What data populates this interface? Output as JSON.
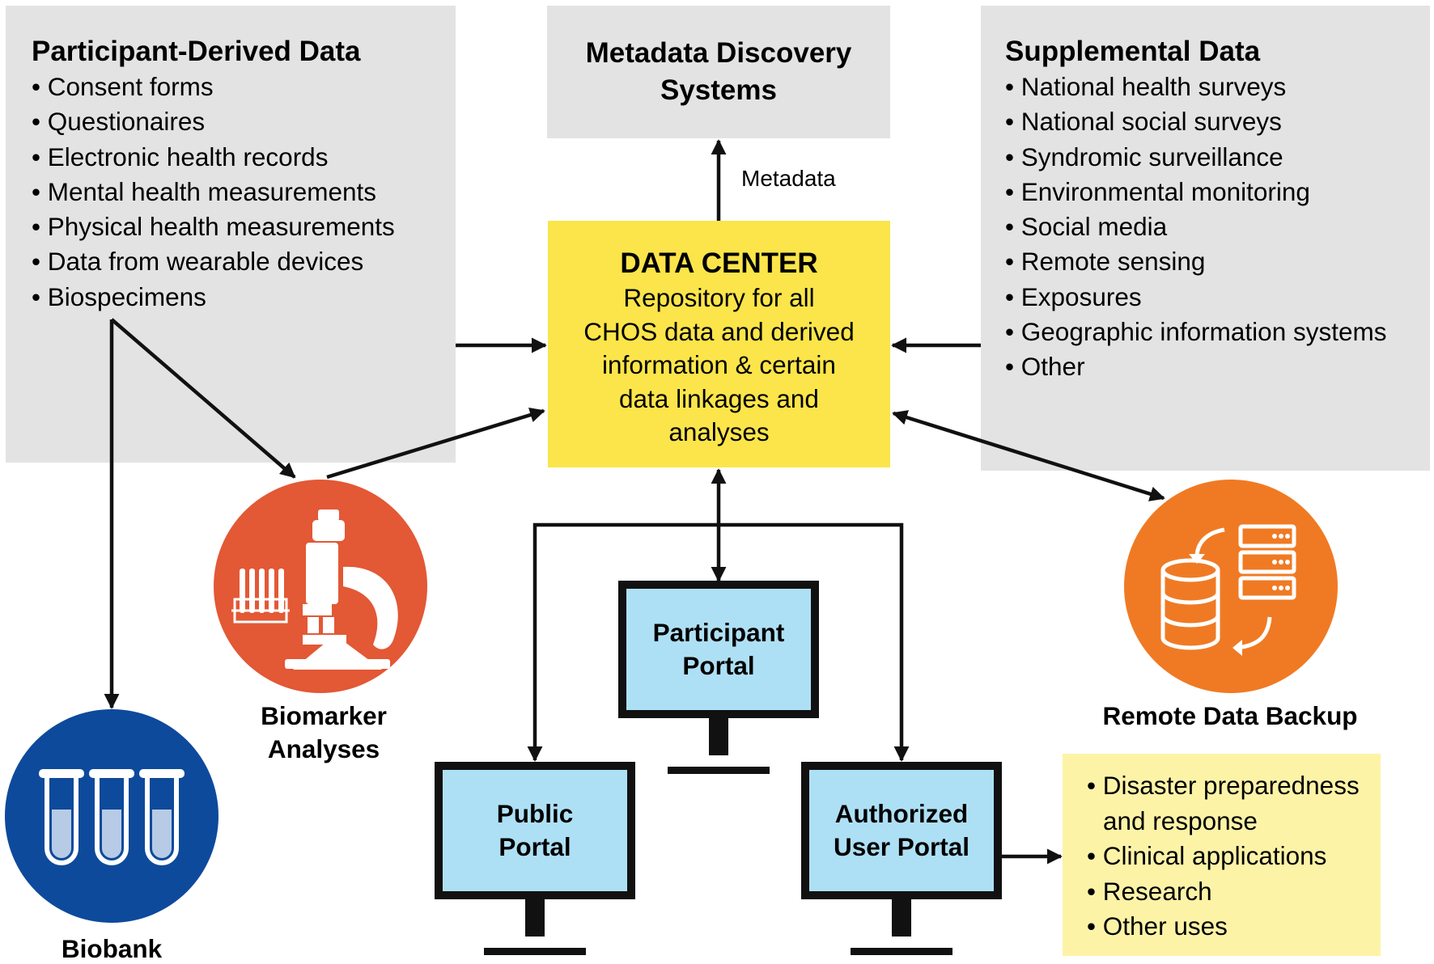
{
  "participant_data": {
    "title": "Participant-Derived Data",
    "items": [
      "Consent forms",
      "Questionaires",
      "Electronic health records",
      "Mental health measurements",
      "Physical health measurements",
      "Data from wearable devices",
      "Biospecimens"
    ]
  },
  "metadata_systems": {
    "title_line1": "Metadata Discovery",
    "title_line2": "Systems"
  },
  "metadata_label": "Metadata",
  "supplemental_data": {
    "title": "Supplemental Data",
    "items": [
      "National health surveys",
      "National social surveys",
      "Syndromic surveillance",
      "Environmental monitoring",
      "Social media",
      "Remote sensing",
      "Exposures",
      "Geographic information systems",
      "Other"
    ]
  },
  "data_center": {
    "title": "DATA CENTER",
    "desc_lines": [
      "Repository for all",
      "CHOS data and derived",
      "information & certain",
      "data linkages and",
      "analyses"
    ]
  },
  "biomarker": {
    "label_line1": "Biomarker",
    "label_line2": "Analyses"
  },
  "biobank": {
    "label": "Biobank"
  },
  "remote_backup": {
    "label": "Remote Data Backup"
  },
  "portals": {
    "participant": {
      "line1": "Participant",
      "line2": "Portal"
    },
    "public": {
      "line1": "Public",
      "line2": "Portal"
    },
    "authorized": {
      "line1": "Authorized",
      "line2": "User Portal"
    }
  },
  "uses": {
    "item1_line1": "Disaster preparedness",
    "item1_line2": "and response",
    "items": [
      "Clinical applications",
      "Research",
      "Other uses"
    ]
  },
  "colors": {
    "panel_grey": "#e3e3e3",
    "data_center_yellow": "#fbe54a",
    "uses_yellow": "#fdf3a7",
    "biomarker_red": "#e35835",
    "backup_orange": "#f07a23",
    "biobank_blue": "#0d4a9b",
    "screen_blue": "#aee0f5"
  },
  "icons": {
    "biomarker": "microscope-icon",
    "biobank": "test-tubes-icon",
    "backup": "database-server-icon"
  }
}
